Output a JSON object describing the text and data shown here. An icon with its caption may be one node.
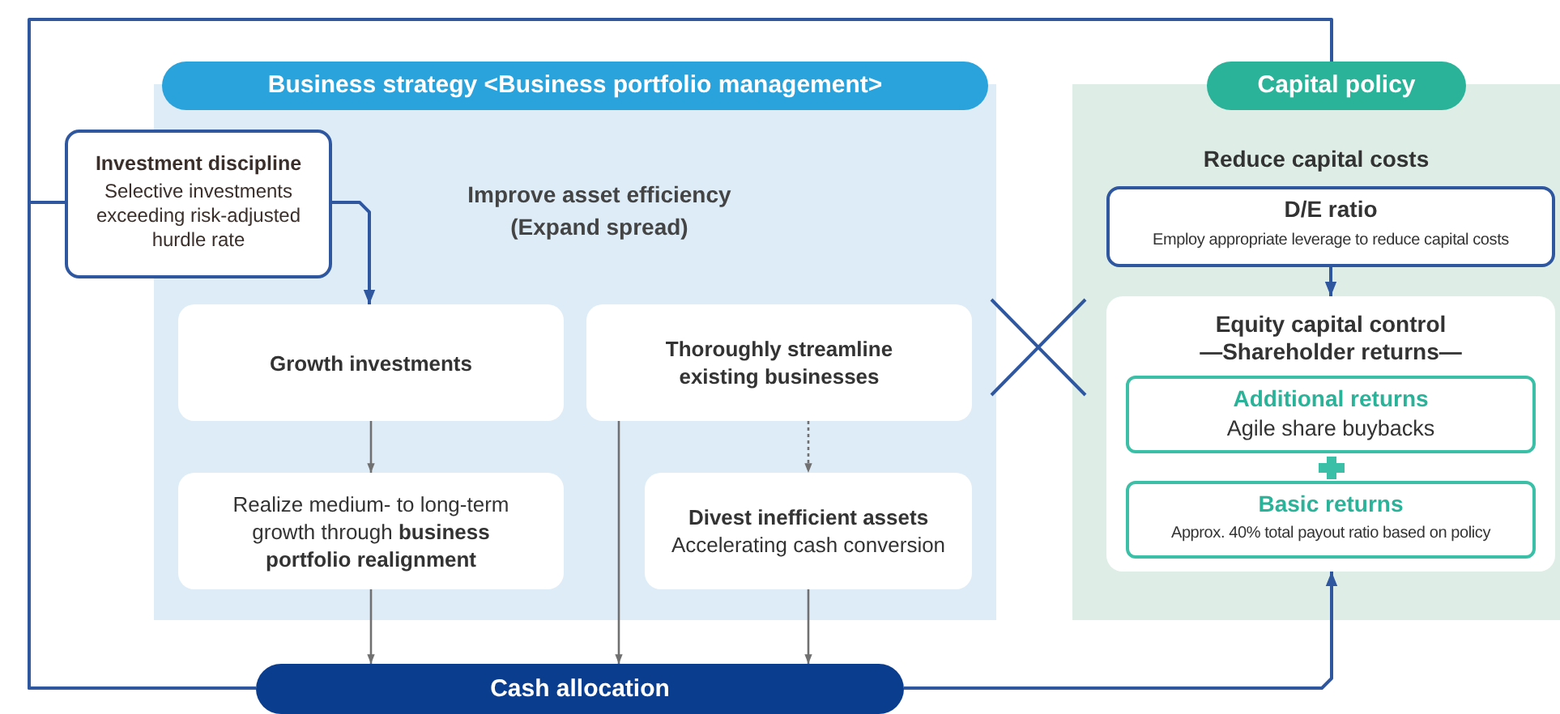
{
  "diagram": {
    "nodes": [
      {
        "text": [
          "Business strategy <Business portfolio management>",
          "Improve asset efficiency (Expand spread)"
        ]
      },
      {
        "text": [
          "Investment discipline",
          "Selective investments exceeding risk-adjusted hurdle rate"
        ]
      },
      {
        "text": [
          "Growth investments"
        ],
        "in": 0
      },
      {
        "text": [
          "Thoroughly streamline existing businesses"
        ],
        "in": 0
      },
      {
        "text": [
          "Realize medium- to long-term growth through **business portfolio realignment**"
        ],
        "in": 0
      },
      {
        "text": [
          "Divest inefficient assets",
          "Accelerating cash conversion"
        ],
        "in": 0
      },
      {
        "text": [
          "Capital policy",
          "Reduce capital costs"
        ]
      },
      {
        "text": [
          "D/E ratio",
          "Employ appropriate leverage to reduce capital costs"
        ],
        "in": 6
      },
      {
        "text": [
          "Equity capital control",
          "—Shareholder returns—"
        ],
        "in": 6
      },
      {
        "text": [
          "Additional returns",
          "Agile share buybacks"
        ],
        "in": 8
      },
      {
        "text": [
          "Basic returns",
          "Approx. 40% total payout ratio based on policy"
        ],
        "in": 8
      },
      {
        "text": [
          "Cash allocation"
        ]
      }
    ],
    "edges": [
      {
        "from": 11,
        "to": 6,
        "arrow": "none",
        "color": "#2e57a0"
      },
      {
        "from": 11,
        "to": 1,
        "arrow": "none",
        "color": "#2e57a0"
      },
      {
        "from": 1,
        "to": 2,
        "arrow": "to",
        "color": "#2e57a0"
      },
      {
        "from": 2,
        "to": 4,
        "arrow": "to",
        "color": "#707070"
      },
      {
        "from": 4,
        "to": 11,
        "arrow": "to",
        "color": "#707070"
      },
      {
        "from": 3,
        "to": 11,
        "arrow": "to",
        "color": "#707070"
      },
      {
        "from": 3,
        "to": 5,
        "arrow": "to",
        "style": "dashed",
        "color": "#707070"
      },
      {
        "from": 5,
        "to": 11,
        "arrow": "to",
        "color": "#707070"
      },
      {
        "from": 7,
        "to": 8,
        "arrow": "to",
        "color": "#2e57a0"
      },
      {
        "from": 11,
        "to": 8,
        "arrow": "to",
        "color": "#2e57a0"
      }
    ]
  }
}
